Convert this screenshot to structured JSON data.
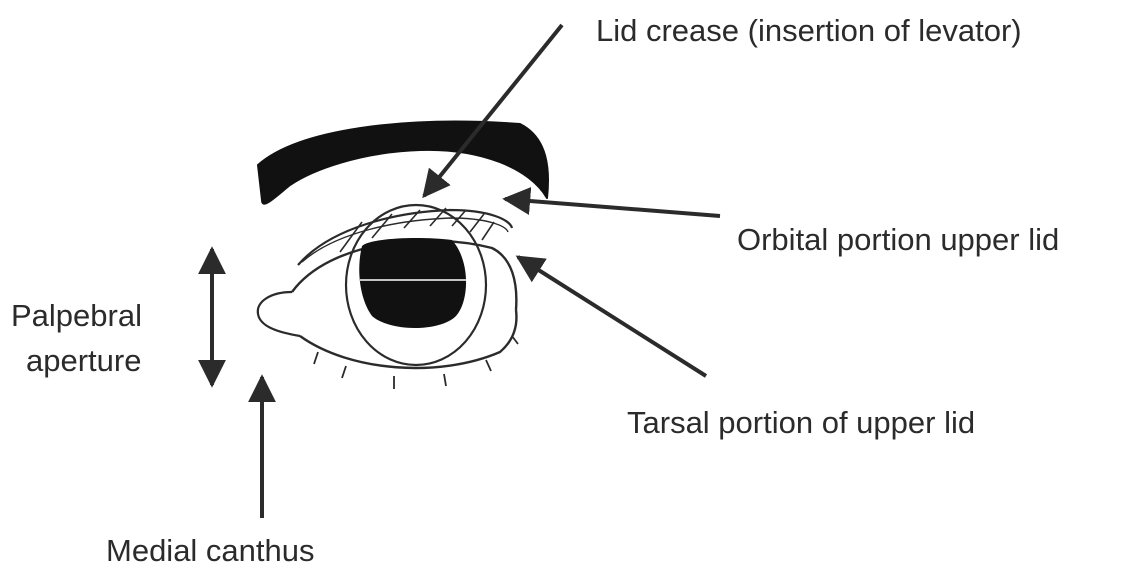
{
  "labels": {
    "lid_crease": "Lid crease (insertion of levator)",
    "orbital_portion": "Orbital portion upper lid",
    "palpebral_line1": "Palpebral",
    "palpebral_line2": "aperture",
    "tarsal_portion": "Tarsal portion of upper lid",
    "medial_canthus": "Medial canthus"
  },
  "colors": {
    "ink": "#2b2b2b",
    "fill": "#111111",
    "background": "#ffffff"
  }
}
